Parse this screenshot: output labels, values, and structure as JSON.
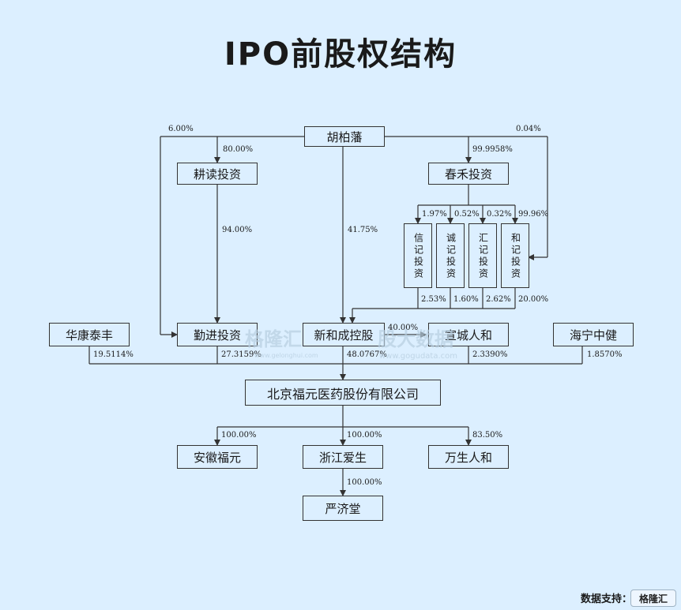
{
  "title": "IPO前股权结构",
  "entities": {
    "huboyu": "胡柏藩",
    "gengdu": "耕读投资",
    "chunhe": "春禾投资",
    "xinji": "信记投资",
    "chengji": "诚记投资",
    "huiji": "汇记投资",
    "heji": "和记投资",
    "huakang": "华康泰丰",
    "qinjin": "勤进投资",
    "xinhe": "新和成控股",
    "xuancheng": "宣城人和",
    "haining": "海宁中健",
    "fuyuan": "北京福元医药股份有限公司",
    "anhui": "安徽福元",
    "zhejiang": "浙江爱生",
    "wansheng": "万生人和",
    "yanji": "严济堂"
  },
  "pcts": {
    "p_6": "6.00%",
    "p_004": "0.04%",
    "p_80": "80.00%",
    "p_999958": "99.9958%",
    "p_94": "94.00%",
    "p_4175": "41.75%",
    "p_197": "1.97%",
    "p_052": "0.52%",
    "p_032": "0.32%",
    "p_9996": "99.96%",
    "p_253": "2.53%",
    "p_160": "1.60%",
    "p_262": "2.62%",
    "p_20": "20.00%",
    "p_40": "40.00%",
    "p_195114": "19.5114%",
    "p_273159": "27.3159%",
    "p_480767": "48.0767%",
    "p_23390": "2.3390%",
    "p_18570": "1.8570%",
    "p_an": "100.00%",
    "p_zj": "100.00%",
    "p_8350": "83.50%",
    "p_yj": "100.00%"
  },
  "watermarks": {
    "gelonghui": "格隆汇",
    "gelonghui_url": "www.gelonghui.com",
    "gogudata": "股大数据",
    "gogudata_url": "www.gogudata.com"
  },
  "footer": "数据支持：",
  "logo": "格隆汇"
}
